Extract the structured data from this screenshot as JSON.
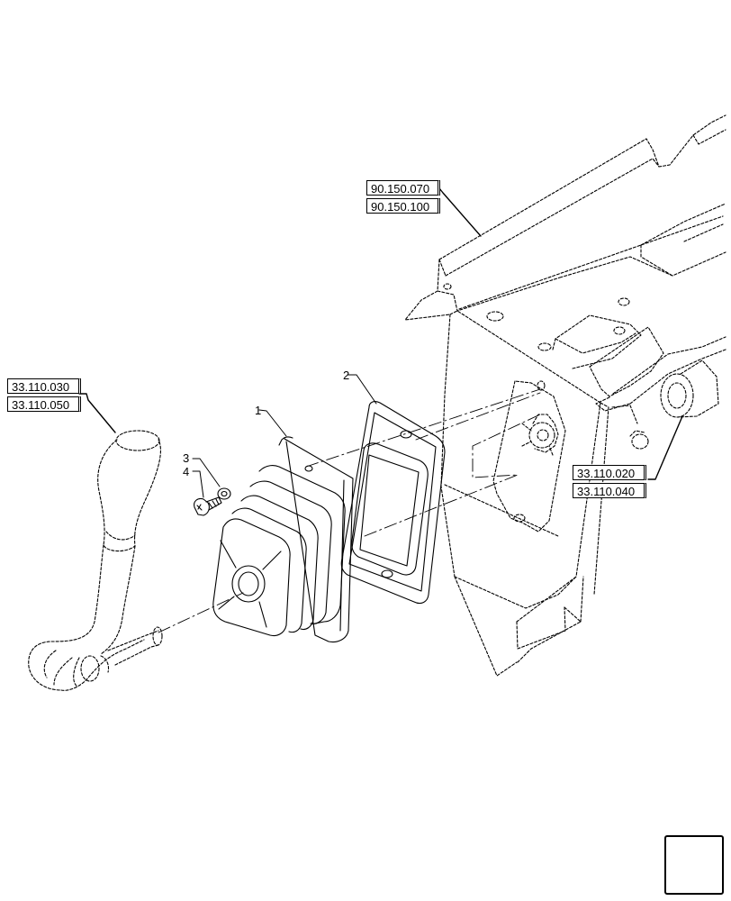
{
  "references": {
    "ref_90_150_070": "90.150.070",
    "ref_90_150_100": "90.150.100",
    "ref_33_110_030": "33.110.030",
    "ref_33_110_050": "33.110.050",
    "ref_33_110_020": "33.110.020",
    "ref_33_110_040": "33.110.040"
  },
  "callouts": {
    "item_1": "1",
    "item_2": "2",
    "item_3": "3",
    "item_4": "4"
  },
  "navigation": {
    "icon": "previous-page-arrow-icon"
  },
  "colors": {
    "line": "#000000",
    "background": "#ffffff"
  }
}
